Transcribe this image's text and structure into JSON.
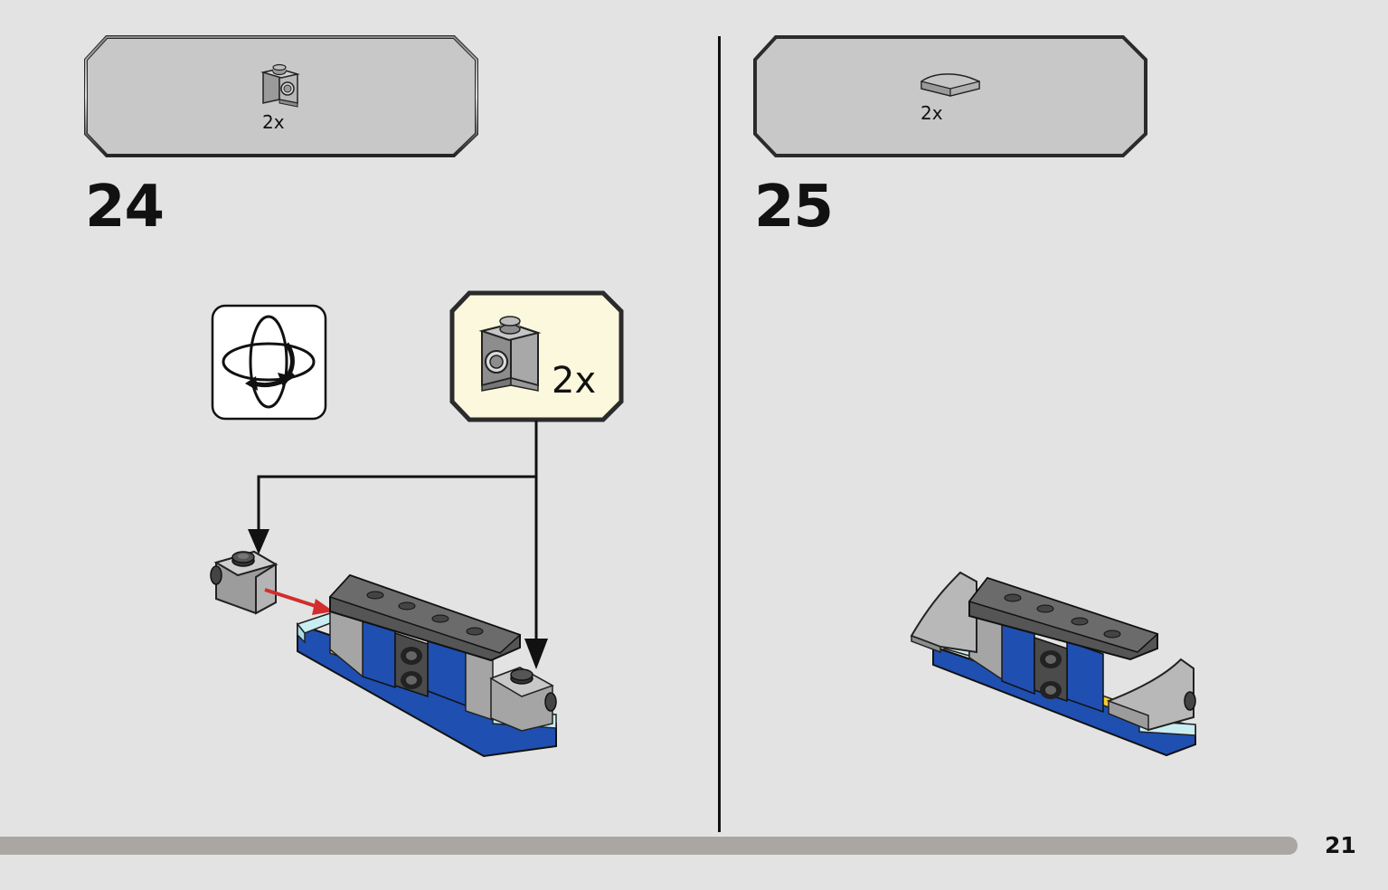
{
  "steps": [
    {
      "number": "24",
      "parts": {
        "quantity": "2x",
        "part_icon": "brick-1x1-with-side-stud-icon"
      }
    },
    {
      "number": "25",
      "parts": {
        "quantity": "2x",
        "part_icon": "curved-slope-tile-icon"
      }
    }
  ],
  "rotate_indicator": {
    "icon": "rotate-model-icon"
  },
  "subassembly_callout": {
    "quantity": "2x",
    "part_icon": "brick-1x1-with-side-stud-icon"
  },
  "page": {
    "number": "21"
  },
  "colors": {
    "background": "#e3e3e3",
    "parts_box": "#c8c8c8",
    "callout_bg": "#fbf8de",
    "brick_grey": "#a5a5a5",
    "brick_dark_grey": "#4b4b4b",
    "brick_blue": "#1f4fb0",
    "brick_yellow": "#f5cd2f",
    "brick_trans_light_blue": "#c9eef2",
    "arrow_red": "#d42d2d",
    "progress_bar": "#aaa7a2"
  }
}
